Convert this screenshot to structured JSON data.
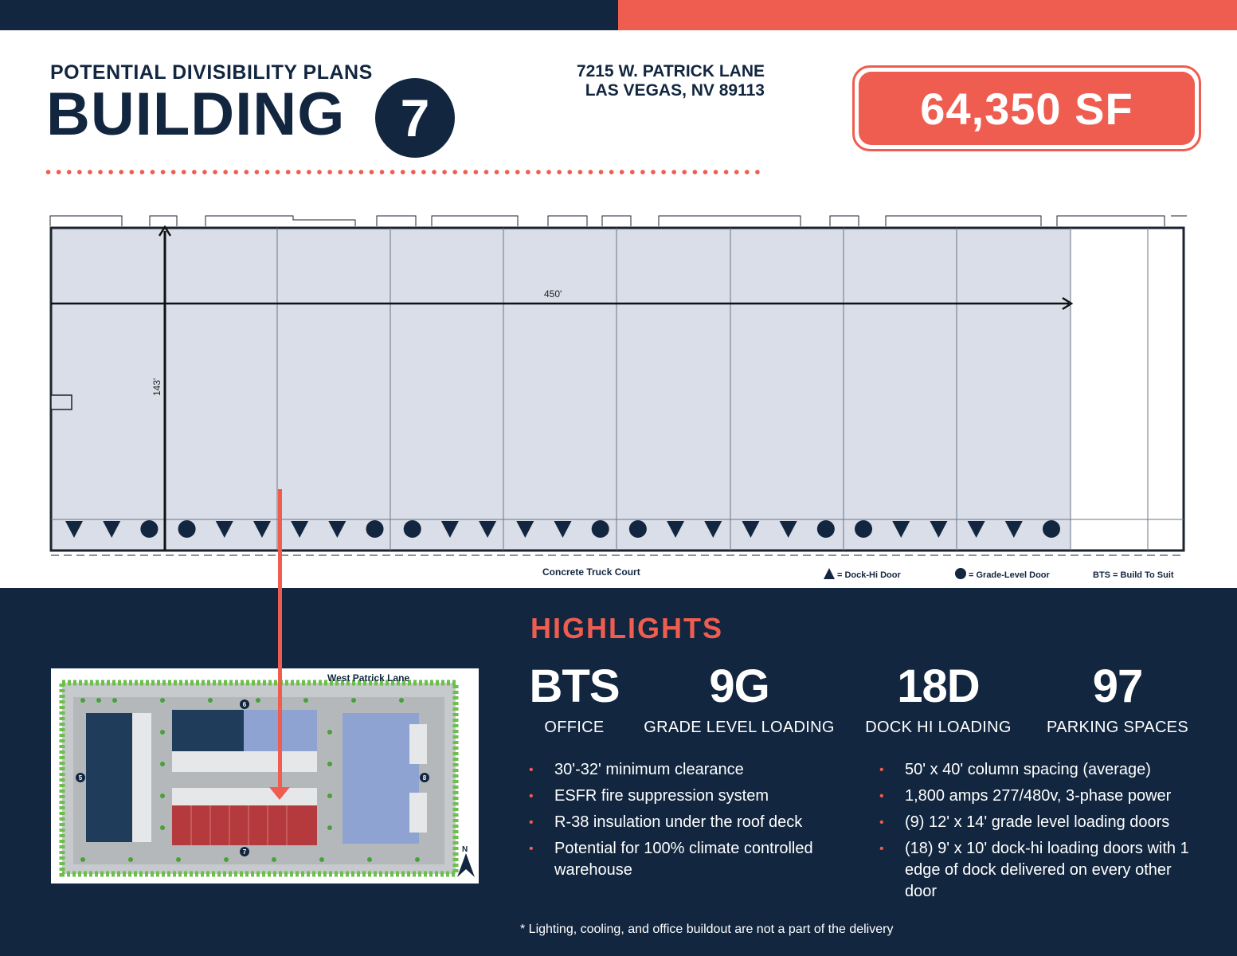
{
  "header": {
    "subtitle": "POTENTIAL DIVISIBILITY PLANS",
    "title": "BUILDING",
    "building_number": "7",
    "address_line1": "7215 W. PATRICK LANE",
    "address_line2": "LAS VEGAS, NV 89113",
    "square_feet": "64,350 SF"
  },
  "floor_plan": {
    "length_dim": "450'",
    "width_dim": "143'",
    "truck_court_label": "Concrete Truck Court",
    "door_sequence": [
      "D",
      "D",
      "G",
      "G",
      "D",
      "D",
      "D",
      "D",
      "G",
      "G",
      "D",
      "D",
      "D",
      "D",
      "G",
      "G",
      "D",
      "D",
      "D",
      "D",
      "G",
      "G",
      "D",
      "D",
      "D",
      "D",
      "G"
    ],
    "legend": {
      "dock": "= Dock-Hi Door",
      "grade": "= Grade-Level Door",
      "bts": "BTS = Build To Suit"
    }
  },
  "site_map": {
    "street_label": "West Patrick Lane",
    "building_numbers": [
      "5",
      "6",
      "7",
      "8"
    ],
    "north_label": "N"
  },
  "highlights": {
    "title": "HIGHLIGHTS",
    "stats": [
      {
        "value": "BTS",
        "label": "OFFICE"
      },
      {
        "value": "9G",
        "label": "GRADE LEVEL LOADING"
      },
      {
        "value": "18D",
        "label": "DOCK HI LOADING"
      },
      {
        "value": "97",
        "label": "PARKING SPACES"
      }
    ],
    "left_list": [
      "30'-32' minimum clearance",
      "ESFR fire suppression system",
      "R-38 insulation under the roof deck",
      "Potential for 100% climate controlled warehouse"
    ],
    "right_list": [
      "50' x 40' column spacing (average)",
      "1,800 amps 277/480v, 3-phase power",
      "(9) 12' x 14' grade level loading doors",
      "(18) 9' x 10' dock-hi loading doors with 1 edge of dock delivered on every other door"
    ],
    "footnote": "* Lighting, cooling, and office buildout are not a part of the delivery"
  },
  "colors": {
    "navy": "#12263f",
    "coral": "#ef5d50",
    "plan_fill": "#d9dee9",
    "map_dark": "#1f3c5a",
    "map_blue": "#8ea3d1",
    "map_red": "#b53a3d"
  }
}
